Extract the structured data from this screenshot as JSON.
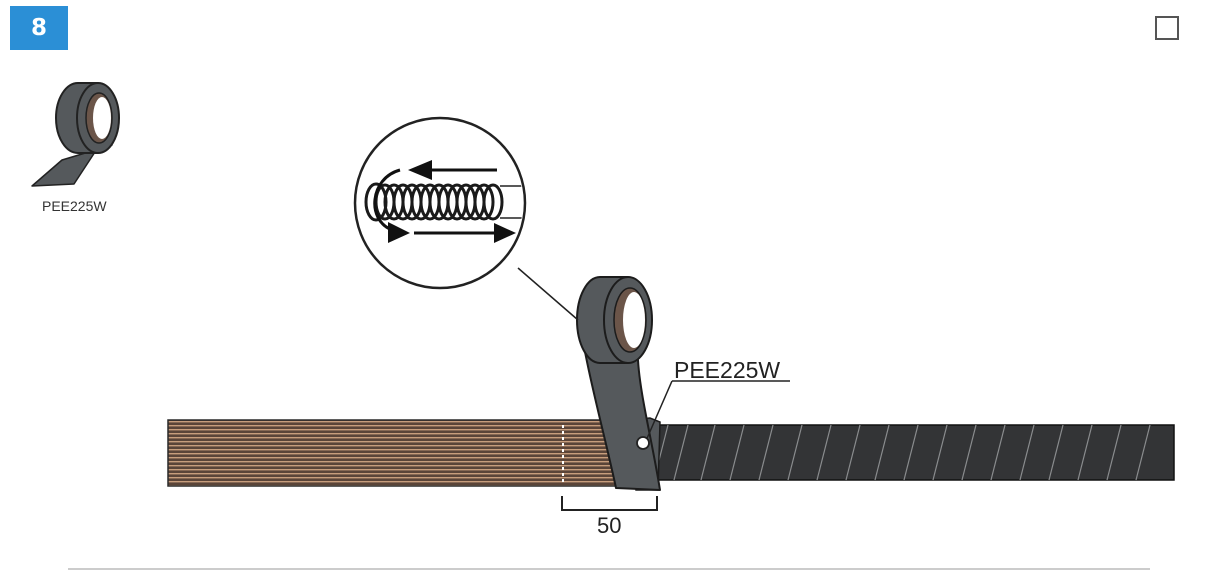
{
  "step": {
    "number": "8"
  },
  "checkbox": {
    "checked": false
  },
  "parts": [
    {
      "code": "PEE225W",
      "icon": "tape-roll-icon"
    }
  ],
  "callout": {
    "label": "PEE225W"
  },
  "dimension": {
    "value": "50"
  },
  "detail": {
    "icon": "wrap-direction-arrows-icon"
  },
  "colors": {
    "badge": "#2b8fd6",
    "tape": "#555a5c",
    "tape_inner": "#6b5549",
    "cable_wrapped": "#333436",
    "cable_bare": "#a07b64"
  }
}
